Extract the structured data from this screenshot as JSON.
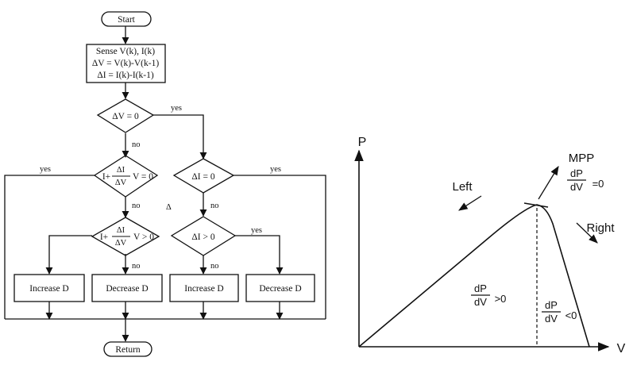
{
  "flowchart": {
    "start": "Start",
    "sense": [
      "Sense V(k), I(k)",
      "ΔV = V(k)-V(k-1)",
      "ΔI = I(k)-I(k-1)"
    ],
    "dv_zero": "ΔV = 0",
    "di_zero": "ΔI = 0",
    "cond1": {
      "prefix": "I+",
      "num": "ΔI",
      "den": "ΔV",
      "suffix": "V = 0"
    },
    "cond2": {
      "prefix": "I+",
      "num": "ΔI",
      "den": "ΔV",
      "suffix": "V > 0"
    },
    "di_pos": "ΔI > 0",
    "yes": "yes",
    "no": "no",
    "stray_mark": "Δ",
    "boxes": [
      "Increase D",
      "Decrease D",
      "Increase D",
      "Decrease D"
    ],
    "return": "Return"
  },
  "pv_curve": {
    "y_label": "P",
    "x_label": "V",
    "mpp": "MPP",
    "mpp_cond": {
      "num": "dP",
      "den": "dV",
      "rel": "=0"
    },
    "left": "Left",
    "right": "Right",
    "left_cond": {
      "num": "dP",
      "den": "dV",
      "rel": ">0"
    },
    "right_cond": {
      "num": "dP",
      "den": "dV",
      "rel": "<0"
    }
  }
}
